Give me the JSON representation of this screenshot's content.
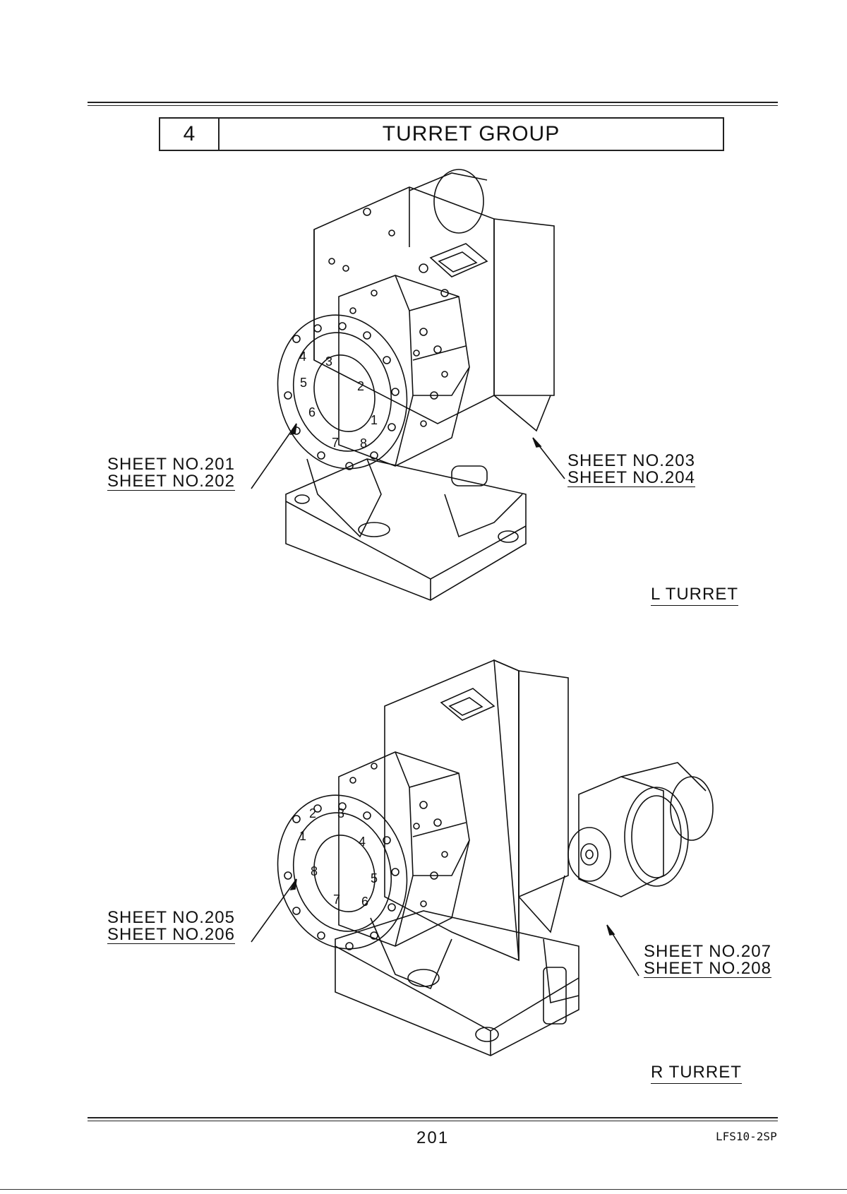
{
  "header": {
    "number": "4",
    "title": "TURRET GROUP"
  },
  "l_turret": {
    "caption": "L TURRET",
    "left_callout": [
      "SHEET NO.201",
      "SHEET NO.202"
    ],
    "right_callout": [
      "SHEET NO.203",
      "SHEET NO.204"
    ],
    "face_numbers": [
      "4",
      "3",
      "2",
      "1",
      "8",
      "7",
      "6",
      "5"
    ]
  },
  "r_turret": {
    "caption": "R TURRET",
    "left_callout": [
      "SHEET NO.205",
      "SHEET NO.206"
    ],
    "right_callout": [
      "SHEET NO.207",
      "SHEET NO.208"
    ],
    "face_numbers": [
      "2",
      "3",
      "4",
      "5",
      "6",
      "7",
      "8",
      "1"
    ]
  },
  "footer": {
    "page_number": "201",
    "document_code": "LFS10-2SP"
  }
}
